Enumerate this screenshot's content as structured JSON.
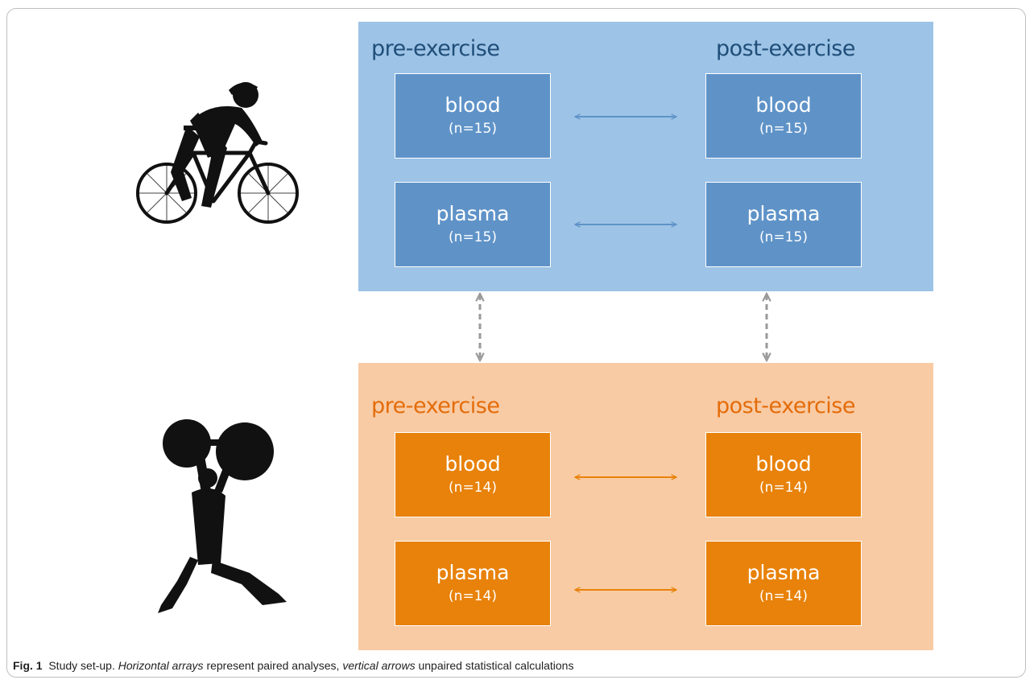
{
  "endurance_group": {
    "icon": "cyclist-silhouette",
    "color": "#9dc3e6",
    "pre_label": "pre-exercise",
    "post_label": "post-exercise",
    "pre_blood": {
      "name": "blood",
      "n": "(n=15)"
    },
    "pre_plasma": {
      "name": "plasma",
      "n": "(n=15)"
    },
    "post_blood": {
      "name": "blood",
      "n": "(n=15)"
    },
    "post_plasma": {
      "name": "plasma",
      "n": "(n=15)"
    }
  },
  "strength_group": {
    "icon": "weightlifter-silhouette",
    "color": "#f8cba4",
    "pre_label": "pre-exercise",
    "post_label": "post-exercise",
    "pre_blood": {
      "name": "blood",
      "n": "(n=14)"
    },
    "pre_plasma": {
      "name": "plasma",
      "n": "(n=14)"
    },
    "post_blood": {
      "name": "blood",
      "n": "(n=14)"
    },
    "post_plasma": {
      "name": "plasma",
      "n": "(n=14)"
    }
  },
  "caption": {
    "fig_label": "Fig. 1",
    "text_1": "Study set-up. ",
    "italic_1": "Horizontal arrays",
    "text_2": " represent paired analyses, ",
    "italic_2": "vertical arrows",
    "text_3": " unpaired statistical calculations"
  }
}
